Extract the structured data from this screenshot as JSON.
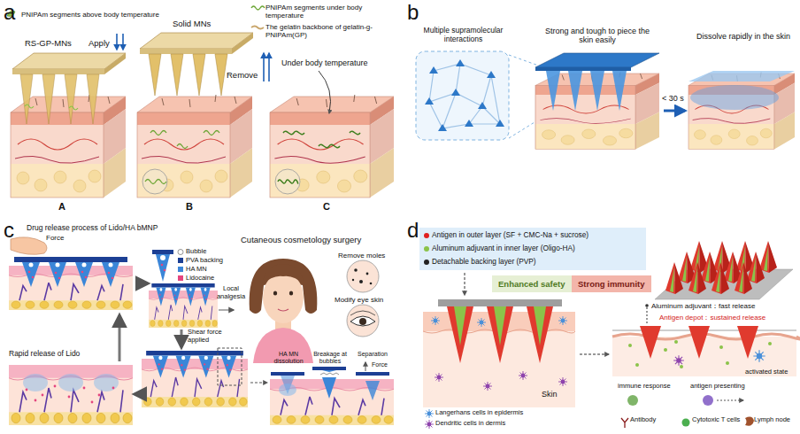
{
  "diagram": {
    "nodes": [
      {
        "text": [
          "Enhanced safety"
        ]
      },
      {
        "text": [
          "Strong immunity"
        ]
      }
    ],
    "labels": [
      "a",
      "RS-GP-MNs",
      "Solid MNs",
      "Under body temperature",
      "Apply",
      "Remove",
      "A",
      "B",
      "C",
      "b",
      "Multiple supramolecular interactions",
      "Strong and tough to piece the skin easily",
      "Dissolve rapidly in the skin",
      "< 30 s",
      "c",
      "Drug release process of Lido/HA bMNP",
      "Force",
      "Local analgesia",
      "Cutaneous cosmetology surgery",
      "Remove moles",
      "Modify eye skin",
      "Shear force applied",
      "HA MN dissolution",
      "Breakage at bubbles",
      "Separation",
      "Force",
      "Rapid release of Lido",
      "d",
      "Skin",
      "Aluminum adjuvant：fast release",
      "Antigen depot：sustained release",
      "immune response",
      "antigen presenting",
      "activated state",
      "Antibody",
      "Cytotoxic T cells",
      "Lymph node"
    ],
    "legend": [
      {
        "text": "PNIPAm segments above body temperature"
      },
      {
        "text": "PNIPAm segments under body temperature"
      },
      {
        "text": "The gelatin backbone of gelatin-g-PNIPAm(GP)"
      },
      {
        "text": "Bubble"
      },
      {
        "text": "PVA backing",
        "color": "#1c3f94"
      },
      {
        "text": "HA MN",
        "color": "#3b86d8"
      },
      {
        "text": "Lidocaine",
        "color": "#e5457e"
      },
      {
        "text": "Antigen in outer layer (SF + CMC-Na + sucrose)",
        "color": "#e02020"
      },
      {
        "text": "Aluminum adjuvant in inner layer (Oligo-HA)",
        "color": "#8bc34a"
      },
      {
        "text": "Detachable backing layer (PVP)",
        "color": "#222222"
      },
      {
        "text": "Langerhans cells in epidermis"
      },
      {
        "text": "Dendritic cells in dermis"
      }
    ]
  }
}
